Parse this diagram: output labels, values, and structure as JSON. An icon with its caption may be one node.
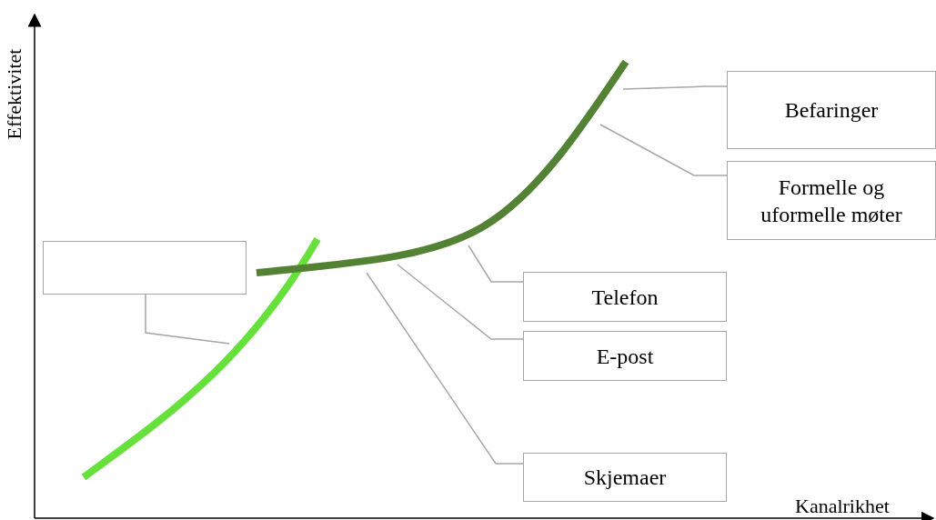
{
  "diagram": {
    "nodes": [
      {
        "text": [],
        "shape": "box"
      },
      {
        "text": [
          "Befaringer"
        ]
      },
      {
        "text": [
          "Formelle og uformelle møter"
        ]
      },
      {
        "text": [
          "Telefon"
        ]
      },
      {
        "text": [
          "E-post"
        ]
      },
      {
        "text": [
          "Skjemaer"
        ]
      },
      {
        "text": [],
        "shape": "curve"
      },
      {
        "text": [],
        "shape": "curve"
      }
    ],
    "edges": [
      {
        "from": 0,
        "to": 6,
        "arrow": "none"
      },
      {
        "from": 1,
        "to": 7,
        "arrow": "none"
      },
      {
        "from": 2,
        "to": 7,
        "arrow": "none"
      },
      {
        "from": 3,
        "to": 7,
        "arrow": "none"
      },
      {
        "from": 4,
        "to": 7,
        "arrow": "none"
      },
      {
        "from": 5,
        "to": 7,
        "arrow": "none"
      }
    ],
    "labels": [
      "Effektivitet",
      "Kanalrikhet"
    ]
  }
}
